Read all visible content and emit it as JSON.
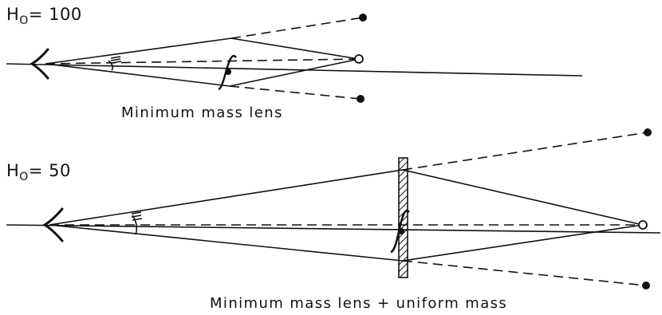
{
  "panels": [
    {
      "h0_main": "H",
      "h0_sub": "O",
      "h0_value": "= 100",
      "caption": "Minimum mass lens"
    },
    {
      "h0_main": "H",
      "h0_sub": "O",
      "h0_value": "= 50",
      "caption": "Minimum mass lens + uniform mass"
    }
  ],
  "colors": {
    "ink": "#111111",
    "background": "#ffffff"
  },
  "icons": [
    "observer-icon",
    "source-icon",
    "image-icon",
    "lens-mass-icon",
    "uniform-mass-sheet-icon"
  ]
}
